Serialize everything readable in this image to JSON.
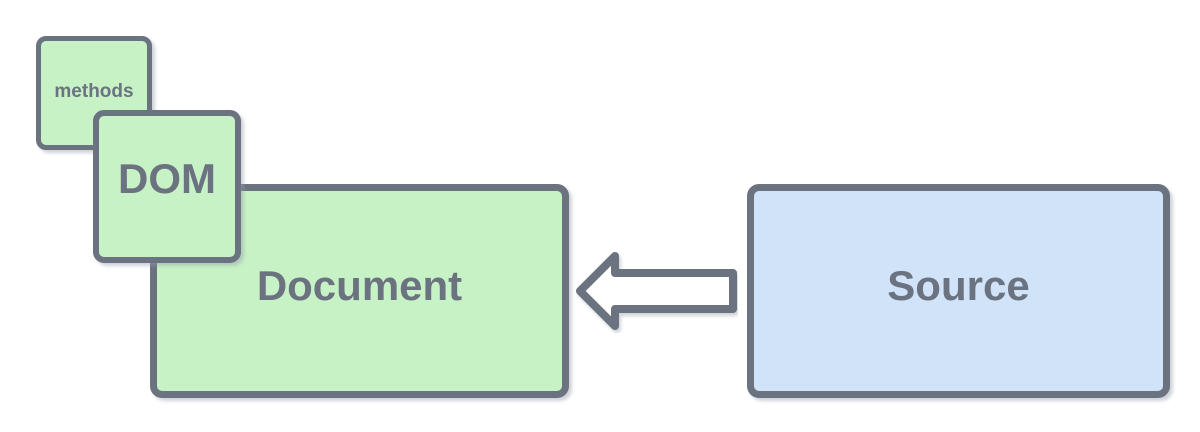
{
  "diagram": {
    "type": "concept-diagram",
    "background": "#ffffff",
    "colors": {
      "green_fill": "#c7f2c5",
      "blue_fill": "#d0e3f9",
      "stroke": "#6b7280",
      "text": "#6b7280",
      "arrow_fill": "#ffffff"
    },
    "nodes": {
      "methods": {
        "label": "methods",
        "fill": "#c7f2c5"
      },
      "dom": {
        "label": "DOM",
        "fill": "#c7f2c5"
      },
      "document": {
        "label": "Document",
        "fill": "#c7f2c5"
      },
      "source": {
        "label": "Source",
        "fill": "#d0e3f9"
      }
    },
    "arrow": {
      "direction": "left",
      "from": "source",
      "to": "document",
      "style": "block-outline"
    }
  }
}
